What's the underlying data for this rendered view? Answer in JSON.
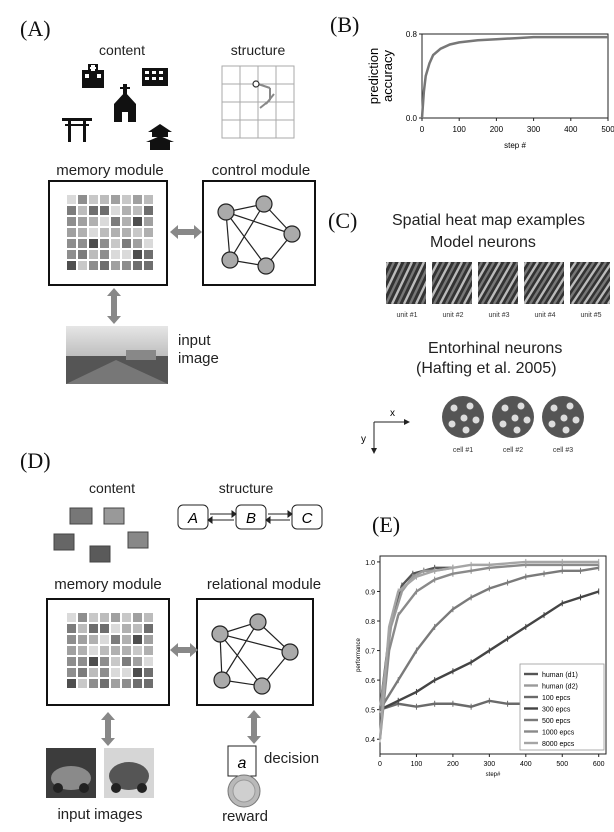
{
  "A": {
    "label": "(A)",
    "content": "content",
    "structure": "structure",
    "memory_module": "memory module",
    "control_module": "control module",
    "input_image": "input\nimage"
  },
  "B": {
    "label": "(B)",
    "chart_data": {
      "type": "line",
      "ylabel": "prediction\naccuracy",
      "xlabel": "step #",
      "xticks": [
        "0",
        "100",
        "200",
        "300",
        "400",
        "500"
      ],
      "yticks": [
        "0.0",
        "0.8"
      ],
      "xlim": [
        0,
        500
      ],
      "ylim": [
        0,
        0.8
      ],
      "series": [
        {
          "x": [
            0,
            5,
            10,
            20,
            30,
            50,
            75,
            100,
            150,
            200,
            250,
            300,
            350,
            400,
            450,
            500
          ],
          "values": [
            0.0,
            0.25,
            0.4,
            0.52,
            0.6,
            0.66,
            0.7,
            0.72,
            0.74,
            0.75,
            0.76,
            0.77,
            0.77,
            0.77,
            0.77,
            0.77
          ]
        }
      ]
    }
  },
  "C": {
    "label": "(C)",
    "title1": "Spatial heat map examples",
    "title2": "Model neurons",
    "units": [
      "unit #1",
      "unit #2",
      "unit #3",
      "unit #4",
      "unit #5"
    ],
    "ento_title1": "Entorhinal neurons",
    "ento_title2": "(Hafting et al. 2005)",
    "cells": [
      "cell #1",
      "cell #2",
      "cell #3"
    ],
    "axis_x": "x",
    "axis_y": "y"
  },
  "D": {
    "label": "(D)",
    "content": "content",
    "structure": "structure",
    "nodes": [
      "A",
      "B",
      "C"
    ],
    "memory_module": "memory module",
    "relational_module": "relational module",
    "decision_symbol": "a",
    "decision": "decision",
    "input_images": "input images",
    "reward": "reward"
  },
  "E": {
    "label": "(E)",
    "chart_data": {
      "type": "line",
      "ylabel": "performance",
      "xlabel": "step#",
      "xticks": [
        "0",
        "100",
        "200",
        "300",
        "400",
        "500",
        "600"
      ],
      "yticks": [
        "0.4",
        "0.5",
        "0.6",
        "0.7",
        "0.8",
        "0.9",
        "1.0"
      ],
      "xlim": [
        0,
        620
      ],
      "ylim": [
        0.35,
        1.02
      ],
      "legend": "bottom-right",
      "series": [
        {
          "name": "human (d1)",
          "color": "#555555",
          "x": [
            0,
            30,
            60,
            90,
            120,
            150,
            200
          ],
          "values": [
            0.5,
            0.8,
            0.92,
            0.96,
            0.97,
            0.98,
            0.98
          ]
        },
        {
          "name": "human (d2)",
          "color": "#9a9a9a",
          "x": [
            0,
            30,
            60,
            90,
            120,
            150,
            200
          ],
          "values": [
            0.5,
            0.78,
            0.9,
            0.95,
            0.97,
            0.97,
            0.98
          ]
        },
        {
          "name": "100 epcs",
          "color": "#6a6a6a",
          "x": [
            0,
            50,
            100,
            150,
            200,
            250,
            300,
            350,
            400,
            450,
            500,
            550,
            600
          ],
          "values": [
            0.5,
            0.52,
            0.51,
            0.52,
            0.52,
            0.51,
            0.53,
            0.52,
            0.52,
            0.51,
            0.52,
            0.51,
            0.52
          ]
        },
        {
          "name": "300 epcs",
          "color": "#444444",
          "x": [
            0,
            50,
            100,
            150,
            200,
            250,
            300,
            350,
            400,
            450,
            500,
            550,
            600
          ],
          "values": [
            0.5,
            0.53,
            0.56,
            0.6,
            0.63,
            0.66,
            0.7,
            0.74,
            0.78,
            0.82,
            0.86,
            0.88,
            0.9
          ]
        },
        {
          "name": "500 epcs",
          "color": "#7a7a7a",
          "x": [
            0,
            50,
            100,
            150,
            200,
            250,
            300,
            350,
            400,
            450,
            500,
            550,
            600
          ],
          "values": [
            0.5,
            0.6,
            0.7,
            0.78,
            0.84,
            0.88,
            0.91,
            0.93,
            0.95,
            0.96,
            0.97,
            0.97,
            0.98
          ]
        },
        {
          "name": "1000 epcs",
          "color": "#8a8a8a",
          "x": [
            0,
            25,
            50,
            100,
            150,
            200,
            250,
            300,
            400,
            500,
            600
          ],
          "values": [
            0.4,
            0.7,
            0.82,
            0.9,
            0.94,
            0.96,
            0.97,
            0.98,
            0.99,
            0.99,
            0.99
          ]
        },
        {
          "name": "8000 epcs",
          "color": "#a5a5a5",
          "x": [
            0,
            25,
            50,
            100,
            150,
            200,
            250,
            300,
            400,
            500,
            600
          ],
          "values": [
            0.4,
            0.78,
            0.9,
            0.95,
            0.97,
            0.98,
            0.99,
            0.99,
            1.0,
            1.0,
            1.0
          ]
        }
      ]
    }
  }
}
